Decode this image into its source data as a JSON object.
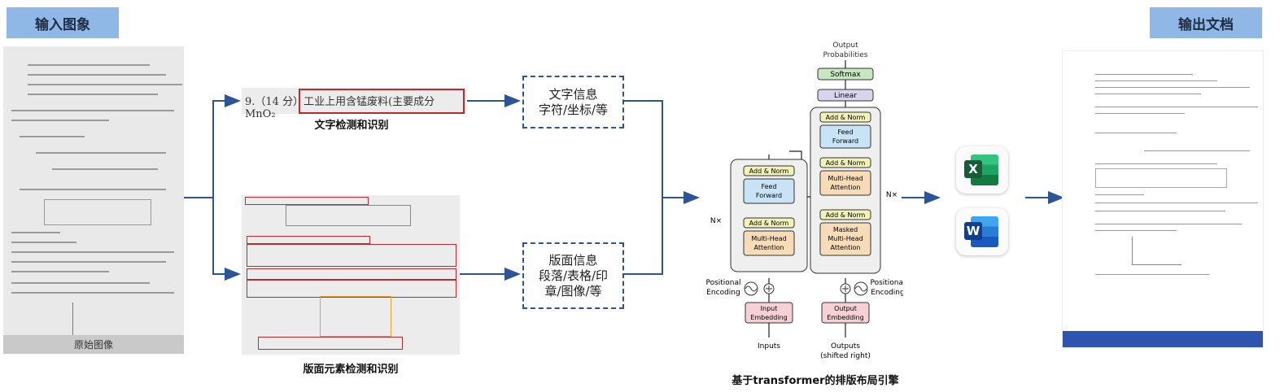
{
  "tags": {
    "input": "输入图象",
    "output": "输出文档"
  },
  "source": {
    "caption": "原始图像"
  },
  "text_detection": {
    "question": "9.（14 分）工业上用含锰废料(主要成分 MnO₂",
    "caption": "文字检测和识别"
  },
  "layout_detection": {
    "caption": "版面元素检测和识别"
  },
  "info_boxes": {
    "text_info": [
      "文字信息",
      "字符/坐标/等"
    ],
    "layout_info": [
      "版面信息",
      "段落/表格/印",
      "章/图像/等"
    ]
  },
  "transformer": {
    "caption": "基于transformer的排版布局引擎",
    "output_probabilities": [
      "Output",
      "Probabilities"
    ],
    "softmax": "Softmax",
    "linear": "Linear",
    "add_norm": "Add & Norm",
    "feed_forward": [
      "Feed",
      "Forward"
    ],
    "multi_head_attention": [
      "Multi-Head",
      "Attention"
    ],
    "masked_multi_head_attention": [
      "Masked",
      "Multi-Head",
      "Attention"
    ],
    "input_embedding": [
      "Input",
      "Embedding"
    ],
    "output_embedding": [
      "Output",
      "Embedding"
    ],
    "positional_encoding": [
      "Positional",
      "Encoding"
    ],
    "inputs": "Inputs",
    "outputs": [
      "Outputs",
      "(shifted right)"
    ],
    "nx": "N×"
  },
  "apps": {
    "excel_letter": "X",
    "word_letter": "W"
  },
  "colors": {
    "arrow": "#2d5596",
    "tag": "#8fb8e6",
    "red_box": "#c0282f",
    "orange_box": "#e8a030"
  }
}
